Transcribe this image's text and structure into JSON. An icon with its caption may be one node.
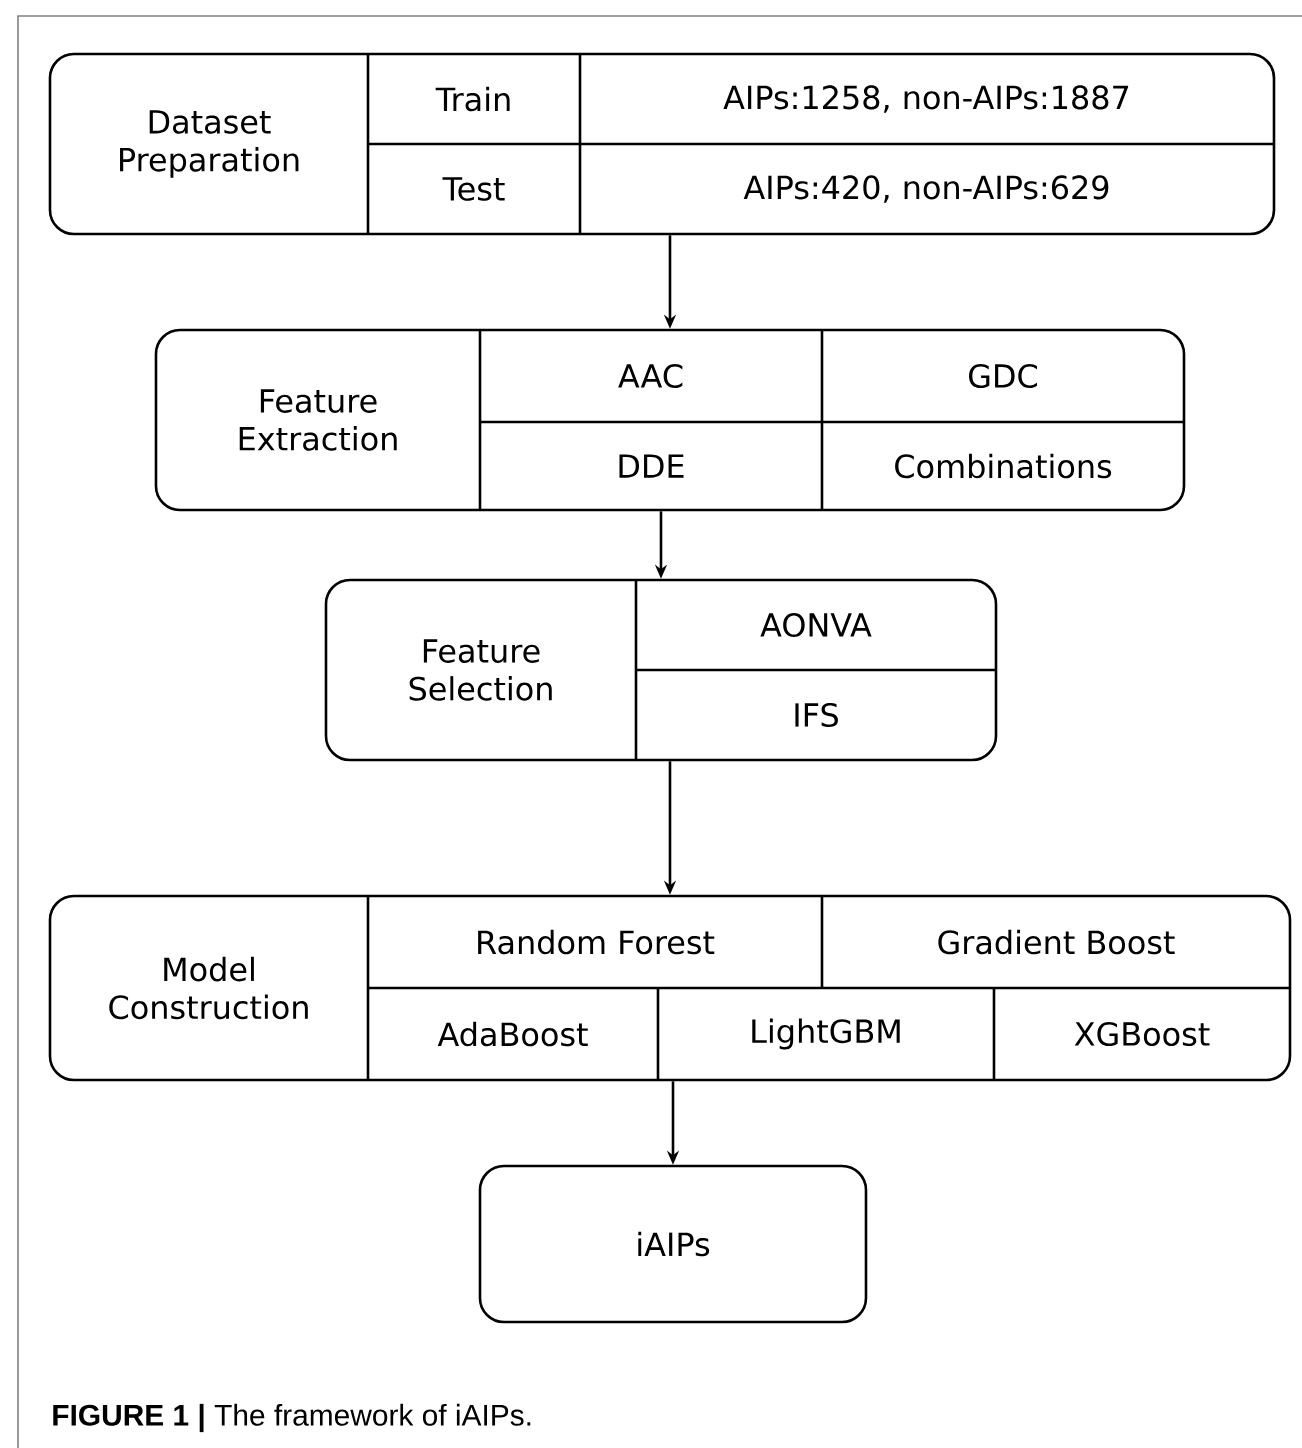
{
  "diagram": {
    "caption": "**FIGURE 1 |** The framework of iAIPs.",
    "nodes": [
      {
        "text": [
          "Dataset Preparation"
        ]
      },
      {
        "text": [
          "Train"
        ],
        "in": 0
      },
      {
        "text": [
          "AIPs:1258, non-AIPs:1887"
        ],
        "in": 0
      },
      {
        "text": [
          "Test"
        ],
        "in": 0
      },
      {
        "text": [
          "AIPs:420, non-AIPs:629"
        ],
        "in": 0
      },
      {
        "text": [
          "Feature Extraction"
        ]
      },
      {
        "text": [
          "AAC"
        ],
        "in": 5
      },
      {
        "text": [
          "GDC"
        ],
        "in": 5
      },
      {
        "text": [
          "DDE"
        ],
        "in": 5
      },
      {
        "text": [
          "Combinations"
        ],
        "in": 5
      },
      {
        "text": [
          "Feature Selection"
        ]
      },
      {
        "text": [
          "AONVA"
        ],
        "in": 10
      },
      {
        "text": [
          "IFS"
        ],
        "in": 10
      },
      {
        "text": [
          "Model Construction"
        ]
      },
      {
        "text": [
          "Random Forest"
        ],
        "in": 13
      },
      {
        "text": [
          "Gradient Boost"
        ],
        "in": 13
      },
      {
        "text": [
          "AdaBoost"
        ],
        "in": 13
      },
      {
        "text": [
          "LightGBM"
        ],
        "in": 13
      },
      {
        "text": [
          "XGBoost"
        ],
        "in": 13
      },
      {
        "text": [
          "iAIPs"
        ]
      }
    ],
    "edges": [
      {
        "from": 0,
        "to": 5,
        "arrow": "to"
      },
      {
        "from": 5,
        "to": 10,
        "arrow": "to"
      },
      {
        "from": 10,
        "to": 13,
        "arrow": "to"
      },
      {
        "from": 13,
        "to": 19,
        "arrow": "to"
      }
    ]
  }
}
